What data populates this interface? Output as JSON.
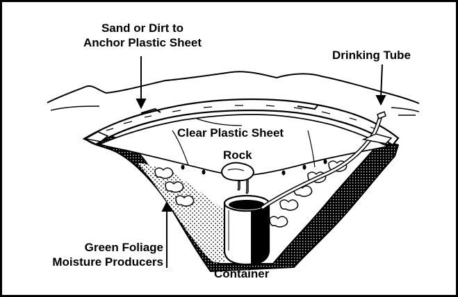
{
  "labels": {
    "anchor": [
      "Sand or Dirt to",
      "Anchor Plastic Sheet"
    ],
    "drinking_tube": "Drinking Tube",
    "plastic_sheet": "Clear Plastic Sheet",
    "rock": "Rock",
    "foliage": [
      "Green Foliage",
      "Moisture Producers"
    ],
    "container": "Container"
  },
  "colors": {
    "ink": "#000000",
    "paper": "#ffffff"
  }
}
